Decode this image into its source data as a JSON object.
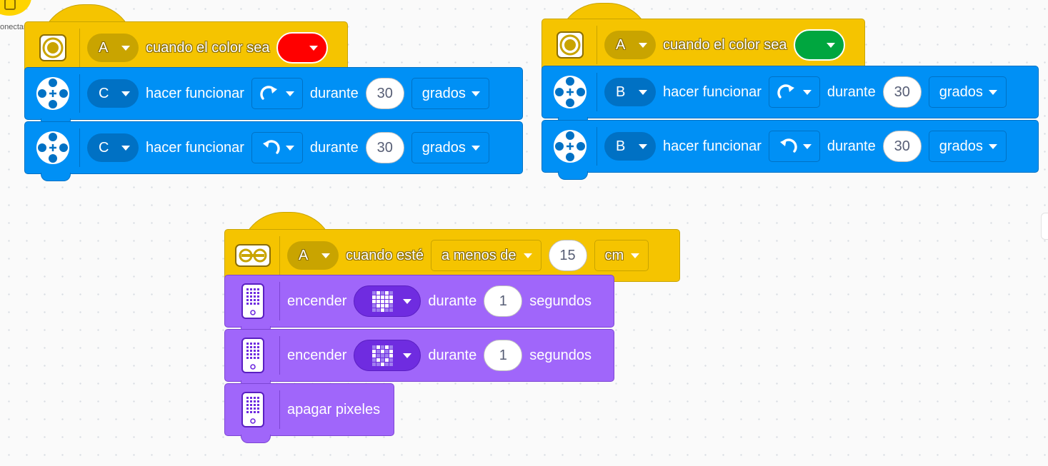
{
  "connect_label": "onectar",
  "colors": {
    "event": "#f5c400",
    "motor": "#0090f5",
    "light": "#a066fa",
    "red_color": "#ff0000",
    "green_color": "#00a63f"
  },
  "stack1": {
    "hat": {
      "port": "A",
      "label": "cuando el color sea",
      "color_name": "red"
    },
    "blocks": [
      {
        "port": "C",
        "action": "hacer funcionar",
        "direction": "clockwise",
        "during": "durante",
        "amount": "30",
        "unit": "grados"
      },
      {
        "port": "C",
        "action": "hacer funcionar",
        "direction": "counterclockwise",
        "during": "durante",
        "amount": "30",
        "unit": "grados"
      }
    ]
  },
  "stack2": {
    "hat": {
      "port": "A",
      "label": "cuando el color sea",
      "color_name": "green"
    },
    "blocks": [
      {
        "port": "B",
        "action": "hacer funcionar",
        "direction": "clockwise",
        "during": "durante",
        "amount": "30",
        "unit": "grados"
      },
      {
        "port": "B",
        "action": "hacer funcionar",
        "direction": "counterclockwise",
        "during": "durante",
        "amount": "30",
        "unit": "grados"
      }
    ]
  },
  "stack3": {
    "hat": {
      "port": "A",
      "label": "cuando esté",
      "comparison": "a menos de",
      "distance": "15",
      "unit": "cm"
    },
    "blocks": [
      {
        "action": "encender",
        "image": "heart-full",
        "during": "durante",
        "amount": "1",
        "unit": "segundos"
      },
      {
        "action": "encender",
        "image": "heart-outline",
        "during": "durante",
        "amount": "1",
        "unit": "segundos"
      },
      {
        "action": "apagar pixeles"
      }
    ]
  }
}
